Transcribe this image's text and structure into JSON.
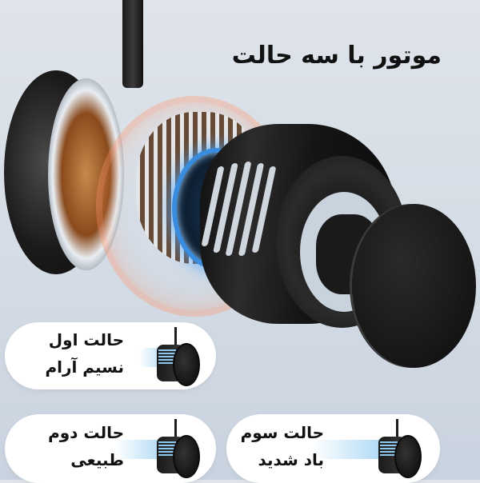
{
  "header": {
    "title": "موتور با سه حالت"
  },
  "hero_image": {
    "subject": "fan-motor-exploded-view",
    "colors": {
      "background": "#d6dde6",
      "motor_body": "#151515",
      "heat_glow": "#ff9a6a",
      "cool_glow": "#3a8dde"
    }
  },
  "modes": [
    {
      "line1": "حالت اول",
      "line2": "نسیم آرام",
      "breeze_level": 1
    },
    {
      "line1": "حالت دوم",
      "line2": "طبیعی",
      "breeze_level": 2
    },
    {
      "line1": "حالت سوم",
      "line2": "باد شدید",
      "breeze_level": 3
    }
  ]
}
